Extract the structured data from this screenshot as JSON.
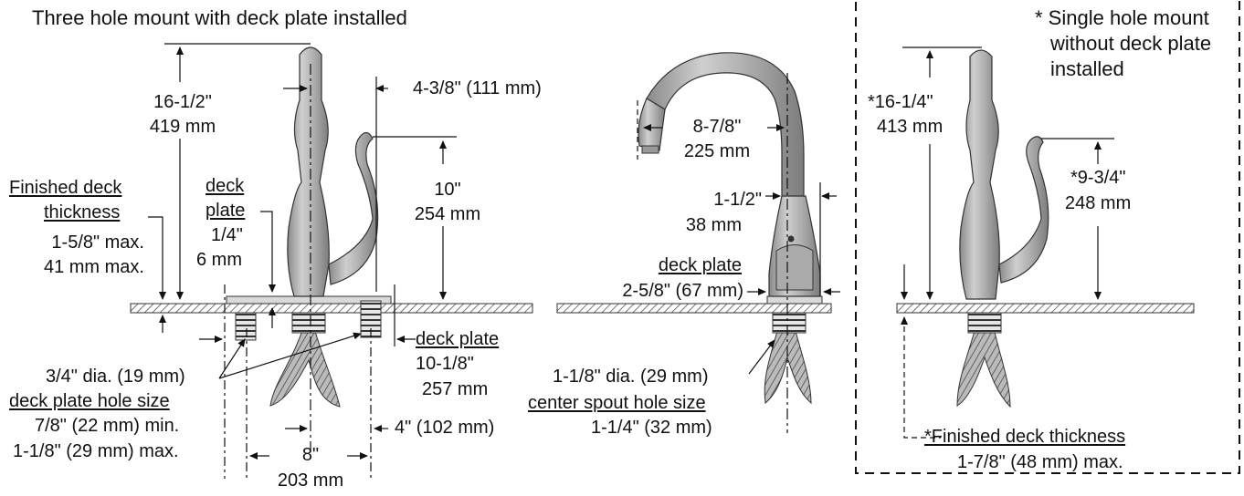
{
  "views": {
    "three_hole": {
      "title": "Three hole mount with deck plate installed",
      "overall_height": {
        "imperial": "16-1/2\"",
        "metric": "419 mm"
      },
      "spout_offset": "4-3/8\" (111 mm)",
      "handle_height": {
        "imperial": "10\"",
        "metric": "254 mm"
      },
      "finished_deck": {
        "label_line1": "Finished deck",
        "label_line2": "thickness",
        "max_imperial": "1-5/8\" max.",
        "max_metric": "41 mm max."
      },
      "deck_plate_thickness": {
        "label_line1": "deck",
        "label_line2": "plate",
        "imperial": "1/4\"",
        "metric": "6 mm"
      },
      "deck_plate_length": {
        "label": "deck plate",
        "imperial": "10-1/8\"",
        "metric": "257 mm"
      },
      "hole_size": {
        "dia": "3/4\" dia. (19 mm)",
        "label": "deck plate hole size",
        "min": "7/8\" (22 mm)  min.",
        "max": "1-1/8\" (29 mm) max."
      },
      "hole_offset": "4\" (102 mm)",
      "hole_spacing": {
        "imperial": "8\"",
        "metric": "203 mm"
      }
    },
    "side": {
      "reach": {
        "imperial": "8-7/8\"",
        "metric": "225 mm"
      },
      "base_width": {
        "imperial": "1-1/2\"",
        "metric": "38 mm"
      },
      "deck_plate": {
        "label": "deck plate",
        "value": "2-5/8\" (67 mm)"
      },
      "spout_hole": {
        "dia": "1-1/8\" dia. (29 mm)",
        "label": "center spout hole size",
        "value": "1-1/4\" (32 mm)"
      }
    },
    "single_hole": {
      "note_line1": "* Single hole mount",
      "note_line2": "without deck plate",
      "note_line3": "installed",
      "overall_height": {
        "imperial": "*16-1/4\"",
        "metric": "413 mm"
      },
      "handle_height": {
        "imperial": "*9-3/4\"",
        "metric": "248 mm"
      },
      "finished_deck": {
        "label": "*Finished deck thickness",
        "value": "1-7/8\" (48 mm) max."
      }
    }
  }
}
